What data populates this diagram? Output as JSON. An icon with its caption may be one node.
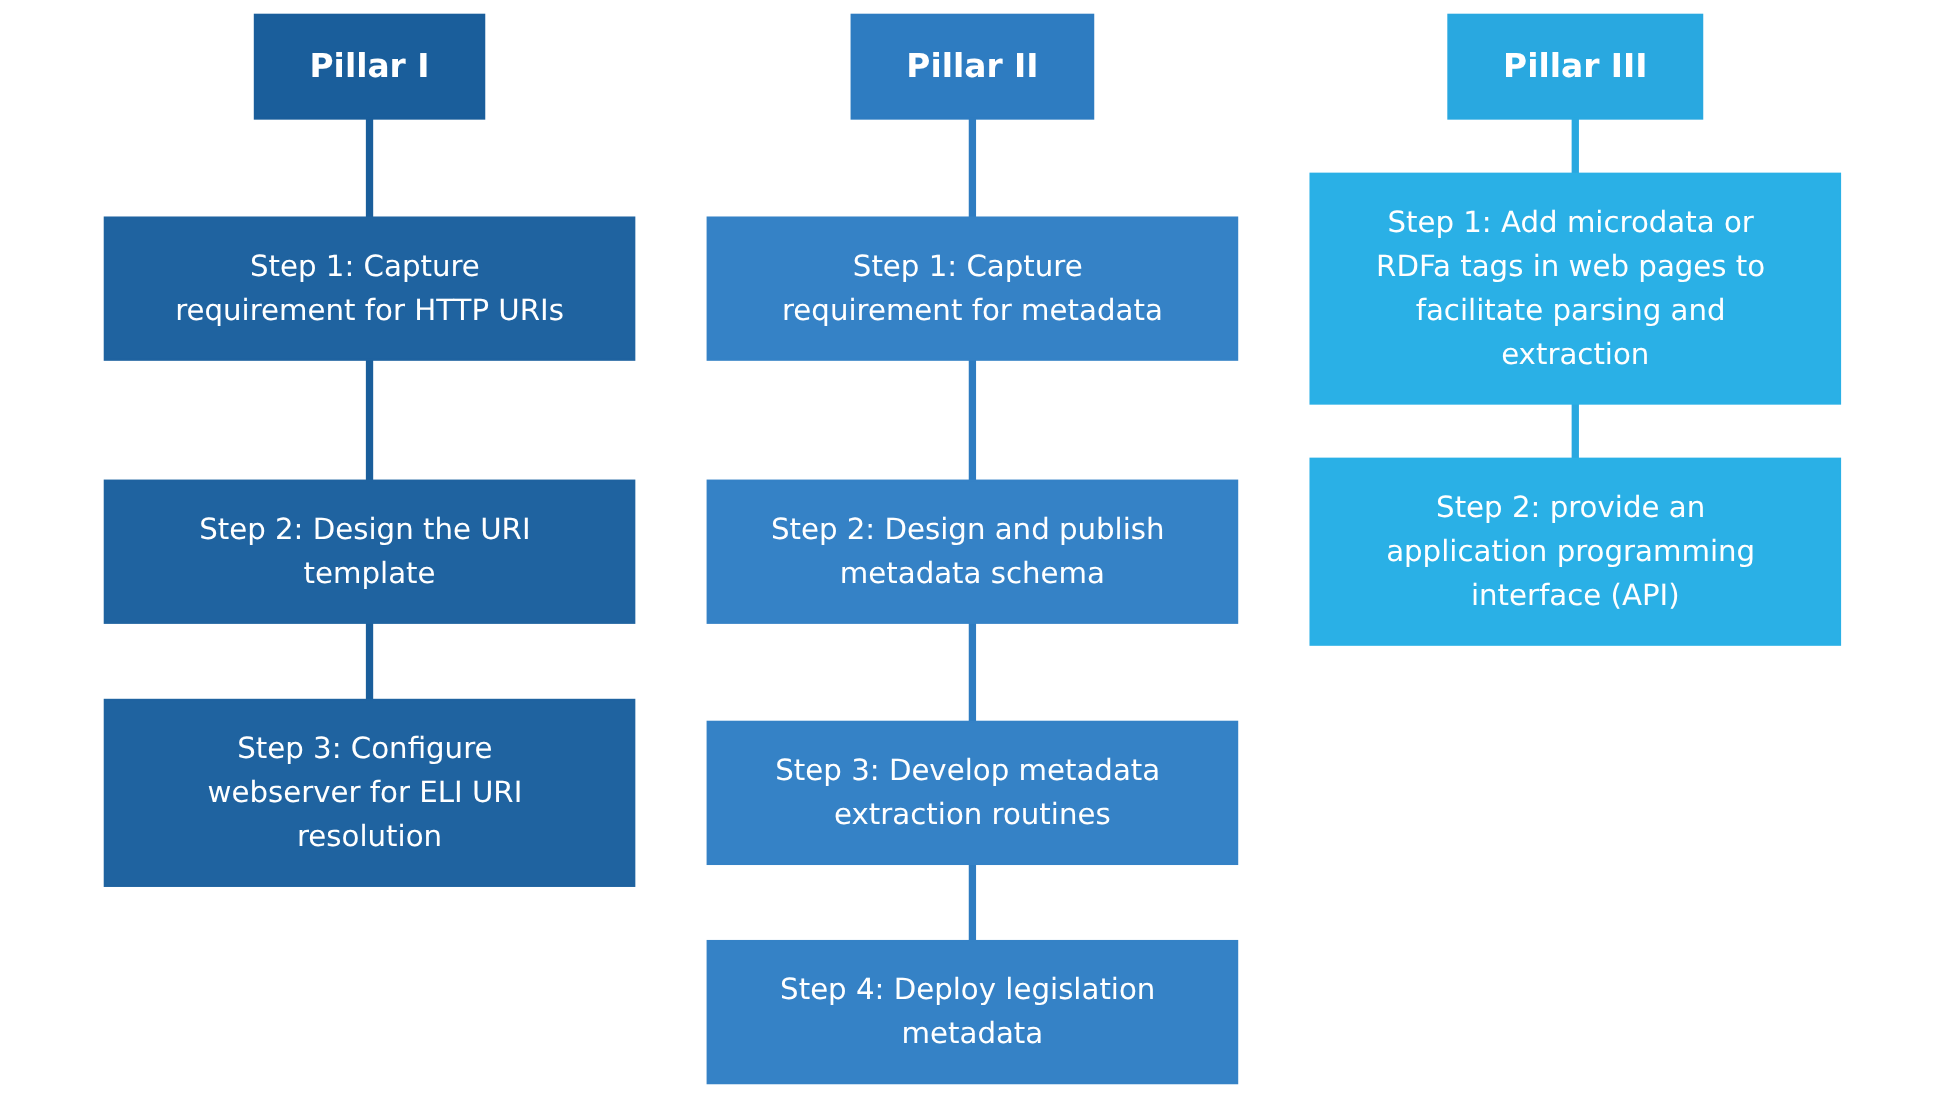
{
  "diagram": {
    "nodes": [
      {
        "text": [
          "Pillar I"
        ]
      },
      {
        "text": [
          "Step 1: Capture requirement for HTTP URIs"
        ]
      },
      {
        "text": [
          "Step 2: Design the URI template"
        ]
      },
      {
        "text": [
          "Step 3: Configure webserver for ELI URI resolution"
        ]
      },
      {
        "text": [
          "Pillar II"
        ]
      },
      {
        "text": [
          "Step 1: Capture requirement for metadata"
        ]
      },
      {
        "text": [
          "Step 2: Design and publish metadata schema"
        ]
      },
      {
        "text": [
          "Step 3: Develop metadata extraction routines"
        ]
      },
      {
        "text": [
          "Step 4: Deploy legislation metadata"
        ]
      },
      {
        "text": [
          "Pillar III"
        ]
      },
      {
        "text": [
          "Step 1: Add microdata or RDFa tags in web pages to facilitate parsing and extraction"
        ]
      },
      {
        "text": [
          "Step 2: provide an application programming interface (API)"
        ]
      }
    ],
    "edges": [
      {
        "from": 0,
        "to": 1,
        "arrow": "none",
        "color": "#1a5e9b"
      },
      {
        "from": 1,
        "to": 2,
        "arrow": "none",
        "color": "#1a5e9b"
      },
      {
        "from": 2,
        "to": 3,
        "arrow": "none",
        "color": "#1a5e9b"
      },
      {
        "from": 4,
        "to": 5,
        "arrow": "none"
      },
      {
        "from": 5,
        "to": 6,
        "arrow": "none"
      },
      {
        "from": 6,
        "to": 7,
        "arrow": "none"
      },
      {
        "from": 7,
        "to": 8,
        "arrow": "none"
      },
      {
        "from": 9,
        "to": 10,
        "arrow": "none",
        "color": "#29a8e0"
      },
      {
        "from": 10,
        "to": 11,
        "arrow": "none",
        "color": "#29a8e0"
      }
    ]
  }
}
